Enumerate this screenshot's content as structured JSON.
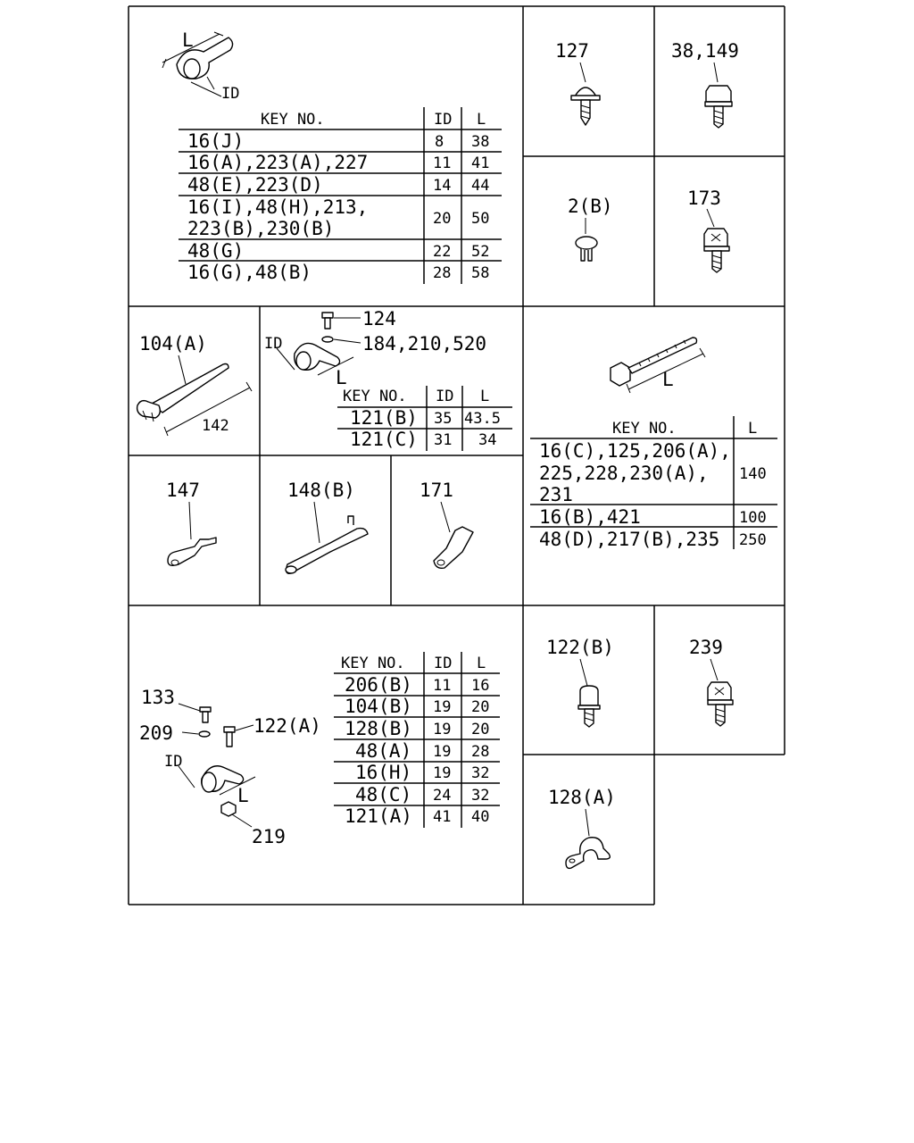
{
  "tables": {
    "t1": {
      "headers": {
        "key": "KEY NO.",
        "id": "ID",
        "l": "L"
      },
      "rows": [
        {
          "key": "16(J)",
          "id": "8",
          "l": "38"
        },
        {
          "key": "16(A),223(A),227",
          "id": "11",
          "l": "41"
        },
        {
          "key": "48(E),223(D)",
          "id": "14",
          "l": "44"
        },
        {
          "key": "16(I),48(H),213,",
          "key2": "223(B),230(B)",
          "id": "20",
          "l": "50"
        },
        {
          "key": "48(G)",
          "id": "22",
          "l": "52"
        },
        {
          "key": "16(G),48(B)",
          "id": "28",
          "l": "58"
        }
      ]
    },
    "t2": {
      "headers": {
        "key": "KEY NO.",
        "id": "ID",
        "l": "L"
      },
      "rows": [
        {
          "key": "121(B)",
          "id": "35",
          "l": "43.5"
        },
        {
          "key": "121(C)",
          "id": "31",
          "l": "34"
        }
      ]
    },
    "t3": {
      "headers": {
        "key": "KEY NO.",
        "l": "L"
      },
      "rows": [
        {
          "key": "16(C),125,206(A),",
          "key2": "225,228,230(A),",
          "key3": "231",
          "l": "140"
        },
        {
          "key": "16(B),421",
          "l": "100"
        },
        {
          "key": "48(D),217(B),235",
          "l": "250"
        }
      ]
    },
    "t4": {
      "headers": {
        "key": "KEY NO.",
        "id": "ID",
        "l": "L"
      },
      "rows": [
        {
          "key": "206(B)",
          "id": "11",
          "l": "16"
        },
        {
          "key": "104(B)",
          "id": "19",
          "l": "20"
        },
        {
          "key": "128(B)",
          "id": "19",
          "l": "20"
        },
        {
          "key": "48(A)",
          "id": "19",
          "l": "28"
        },
        {
          "key": "16(H)",
          "id": "19",
          "l": "32"
        },
        {
          "key": "48(C)",
          "id": "24",
          "l": "32"
        },
        {
          "key": "121(A)",
          "id": "41",
          "l": "40"
        }
      ]
    }
  },
  "labels": {
    "p127": "127",
    "p38": "38,149",
    "p2b": "2(B)",
    "p173": "173",
    "p104a": "104(A)",
    "dim142": "142",
    "p124": "124",
    "p184": "184,210,520",
    "p147": "147",
    "p148b": "148(B)",
    "p171": "171",
    "p133": "133",
    "p209": "209",
    "p122a": "122(A)",
    "p219": "219",
    "p122b": "122(B)",
    "p239": "239",
    "p128a": "128(A)",
    "dimL": "L",
    "dimID": "ID"
  }
}
